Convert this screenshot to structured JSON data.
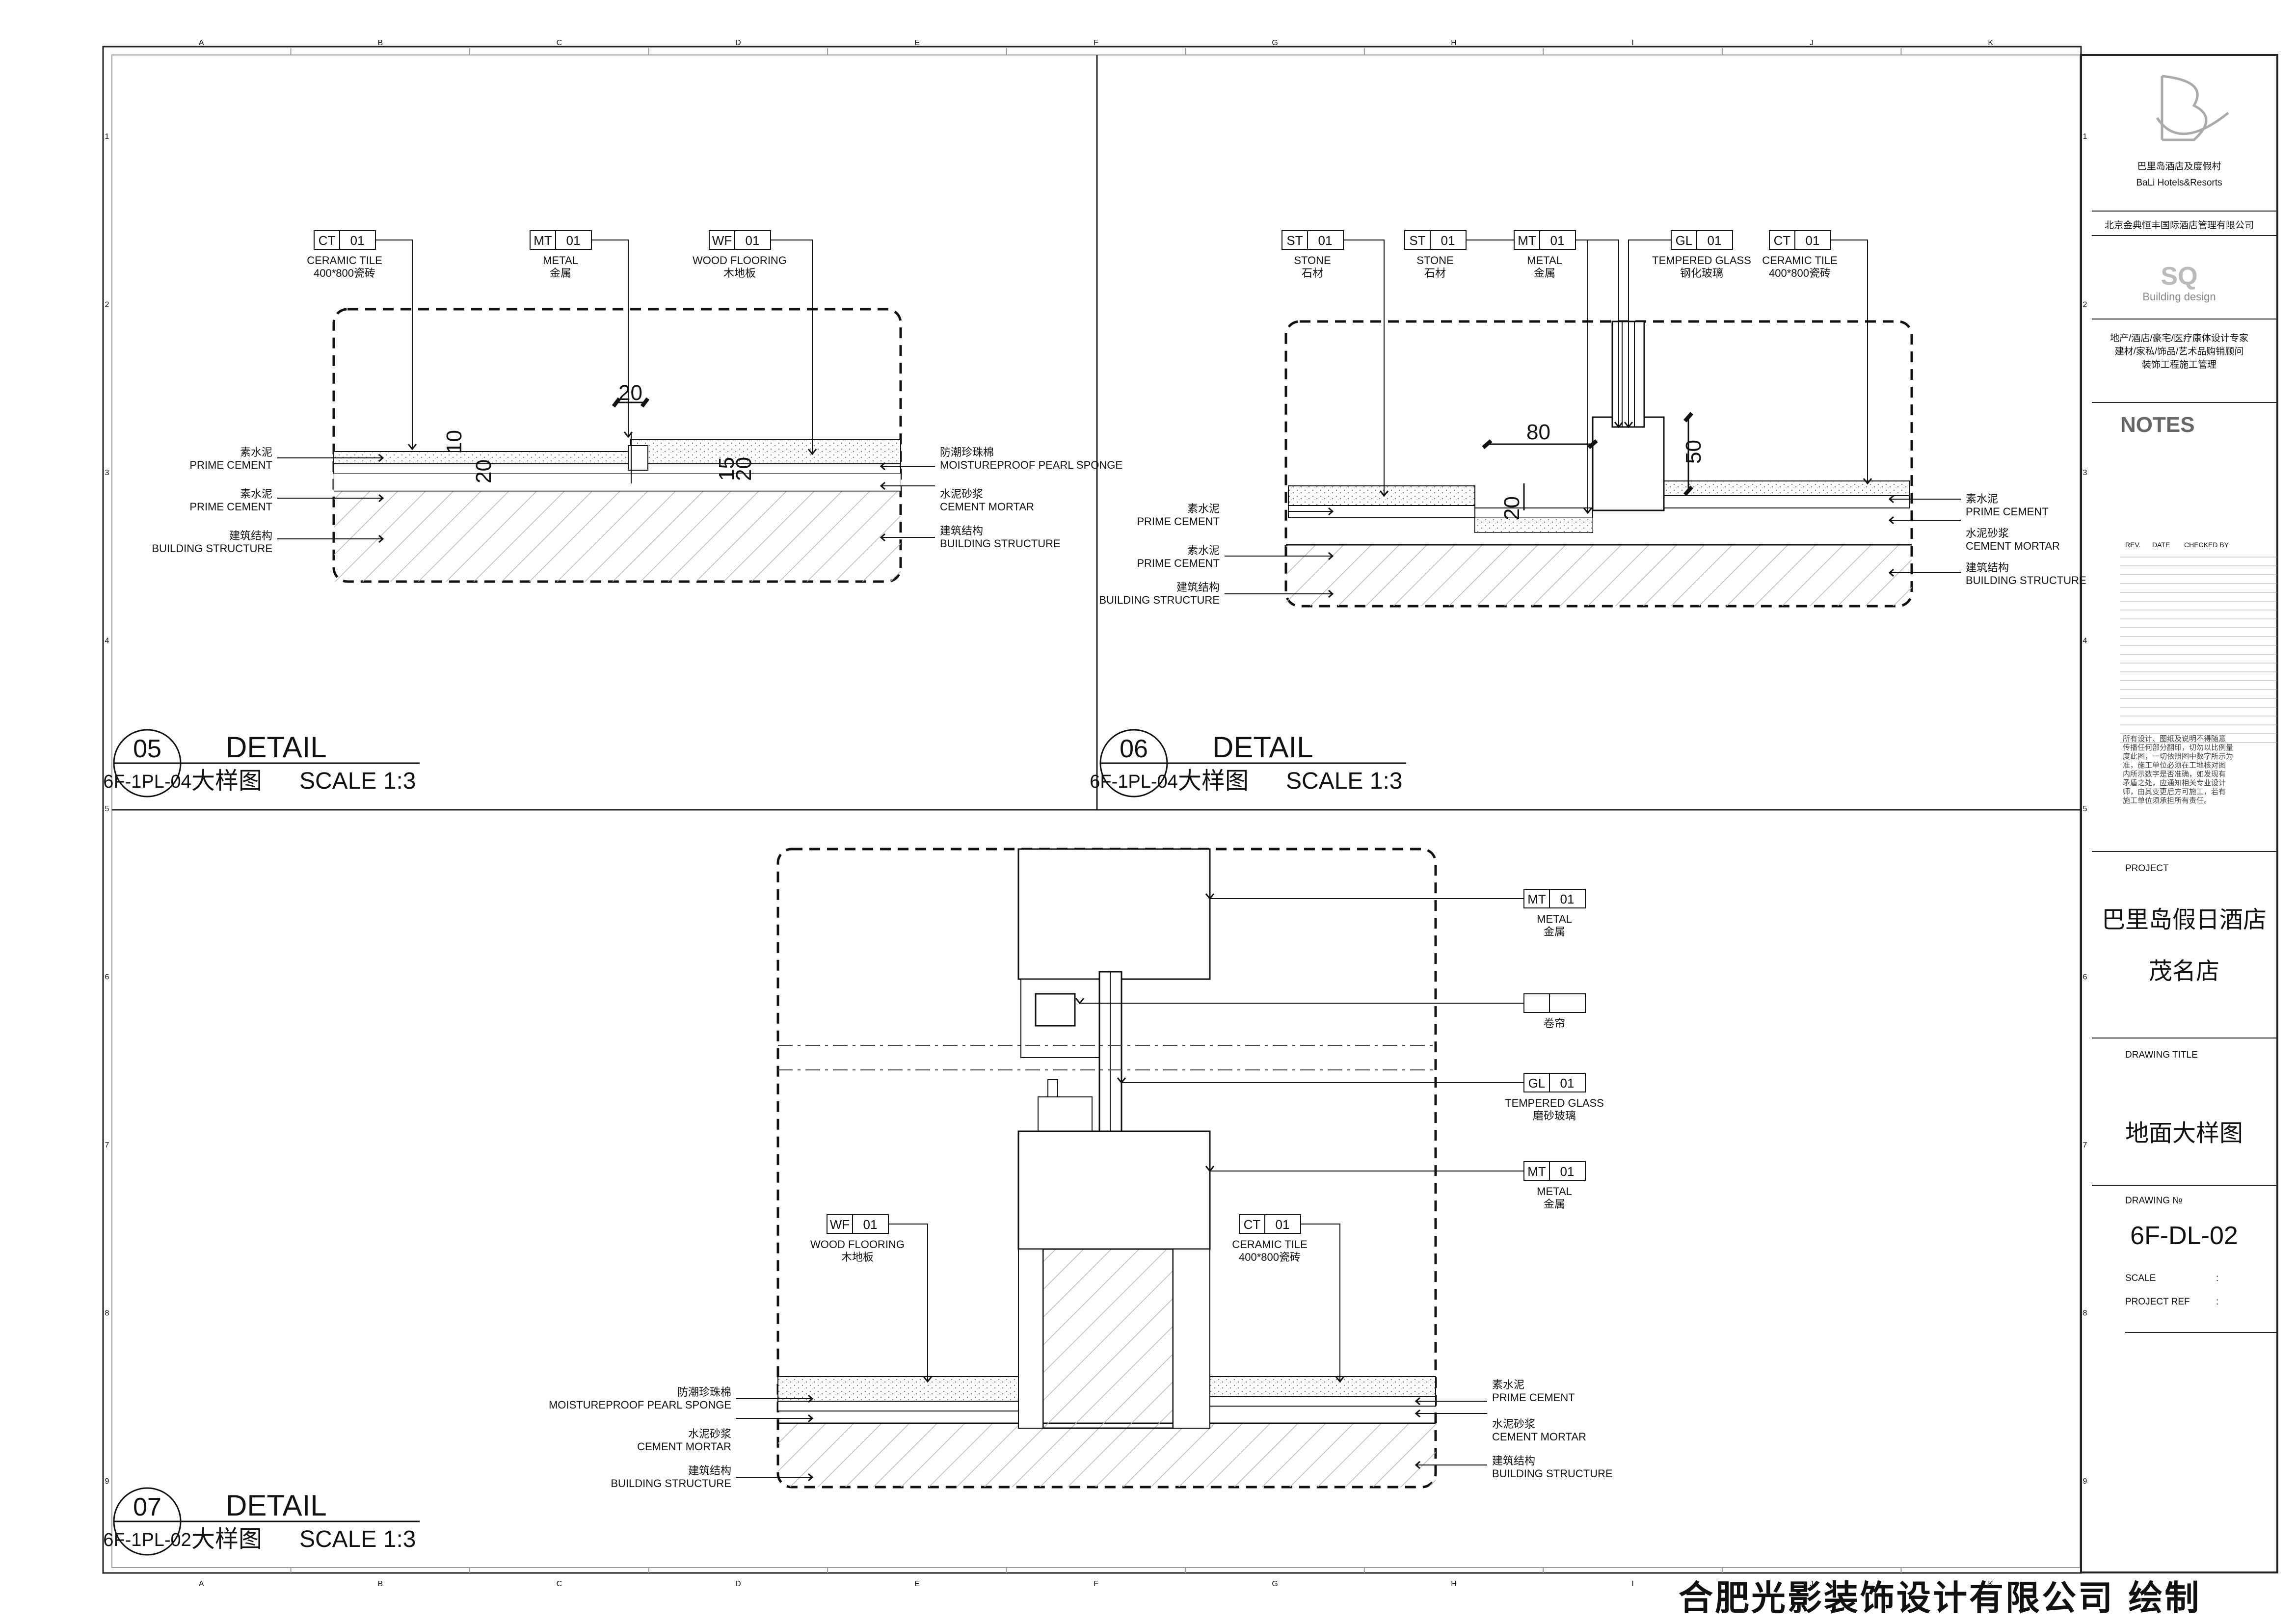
{
  "sheet": {
    "col_labels": [
      "A",
      "B",
      "C",
      "D",
      "E",
      "F",
      "G",
      "H",
      "I",
      "J",
      "K"
    ],
    "row_labels": [
      "1",
      "2",
      "3",
      "4",
      "5",
      "6",
      "7",
      "8",
      "9"
    ]
  },
  "details": [
    {
      "number": "05",
      "title": "DETAIL",
      "ref": "6F-1PL-04",
      "name_cn": "大样图",
      "scale": "SCALE 1:3"
    },
    {
      "number": "06",
      "title": "DETAIL",
      "ref": "6F-1PL-04",
      "name_cn": "大样图",
      "scale": "SCALE 1:3"
    },
    {
      "number": "07",
      "title": "DETAIL",
      "ref": "6F-1PL-02",
      "name_cn": "大样图",
      "scale": "SCALE 1:3"
    }
  ],
  "detail05": {
    "tags": [
      {
        "code": "CT",
        "num": "01",
        "en": "CERAMIC TILE",
        "cn": "400*800瓷砖"
      },
      {
        "code": "MT",
        "num": "01",
        "en": "METAL",
        "cn": "金属"
      },
      {
        "code": "WF",
        "num": "01",
        "en": "WOOD FLOORING",
        "cn": "木地板"
      }
    ],
    "left_notes": [
      {
        "cn": "素水泥",
        "en": "PRIME CEMENT"
      },
      {
        "cn": "素水泥",
        "en": "PRIME CEMENT"
      },
      {
        "cn": "建筑结构",
        "en": "BUILDING STRUCTURE"
      }
    ],
    "right_notes": [
      {
        "cn": "防潮珍珠棉",
        "en": "MOISTUREPROOF PEARL SPONGE"
      },
      {
        "cn": "水泥砂浆",
        "en": "CEMENT MORTAR"
      },
      {
        "cn": "建筑结构",
        "en": "BUILDING STRUCTURE"
      }
    ],
    "dims": [
      "20",
      "10",
      "20",
      "15",
      "20"
    ]
  },
  "detail06": {
    "tags": [
      {
        "code": "ST",
        "num": "01",
        "en": "STONE",
        "cn": "石材"
      },
      {
        "code": "ST",
        "num": "01",
        "en": "STONE",
        "cn": "石材"
      },
      {
        "code": "MT",
        "num": "01",
        "en": "METAL",
        "cn": "金属"
      },
      {
        "code": "GL",
        "num": "01",
        "en": "TEMPERED GLASS",
        "cn": "钢化玻璃"
      },
      {
        "code": "CT",
        "num": "01",
        "en": "CERAMIC TILE",
        "cn": "400*800瓷砖"
      }
    ],
    "left_notes": [
      {
        "cn": "素水泥",
        "en": "PRIME CEMENT"
      },
      {
        "cn": "素水泥",
        "en": "PRIME CEMENT"
      },
      {
        "cn": "建筑结构",
        "en": "BUILDING STRUCTURE"
      }
    ],
    "right_notes": [
      {
        "cn": "素水泥",
        "en": "PRIME CEMENT"
      },
      {
        "cn": "水泥砂浆",
        "en": "CEMENT MORTAR"
      },
      {
        "cn": "建筑结构",
        "en": "BUILDING STRUCTURE"
      }
    ],
    "dims": [
      "80",
      "20",
      "50"
    ]
  },
  "detail07": {
    "right_tags": [
      {
        "code": "MT",
        "num": "01",
        "en": "METAL",
        "cn": "金属"
      },
      {
        "code": "",
        "num": "",
        "en": "",
        "cn": "卷帘"
      },
      {
        "code": "GL",
        "num": "01",
        "en": "TEMPERED GLASS",
        "cn": "磨砂玻璃"
      },
      {
        "code": "MT",
        "num": "01",
        "en": "METAL",
        "cn": "金属"
      }
    ],
    "floor_tags": [
      {
        "code": "WF",
        "num": "01",
        "en": "WOOD FLOORING",
        "cn": "木地板"
      },
      {
        "code": "CT",
        "num": "01",
        "en": "CERAMIC TILE",
        "cn": "400*800瓷砖"
      }
    ],
    "left_notes": [
      {
        "cn": "防潮珍珠棉",
        "en": "MOISTUREPROOF PEARL SPONGE"
      },
      {
        "cn": "水泥砂浆",
        "en": "CEMENT MORTAR"
      },
      {
        "cn": "建筑结构",
        "en": "BUILDING STRUCTURE"
      }
    ],
    "right_notes": [
      {
        "cn": "素水泥",
        "en": "PRIME CEMENT"
      },
      {
        "cn": "水泥砂浆",
        "en": "CEMENT MORTAR"
      },
      {
        "cn": "建筑结构",
        "en": "BUILDING STRUCTURE"
      }
    ]
  },
  "title_block": {
    "brand_cn": "巴里岛酒店及度假村",
    "brand_en": "BaLi Hotels&Resorts",
    "company": "北京金典恒丰国际酒店管理有限公司",
    "sq_logo": "SQ",
    "sq_sub": "Building design",
    "services": [
      "地产/酒店/豪宅/医疗康体设计专家",
      "建材/家私/饰品/艺术品购销顾问",
      "装饰工程施工管理"
    ],
    "notes_label": "NOTES",
    "rev_header": [
      "REV.",
      "DATE",
      "CHECKED BY"
    ],
    "disclaimer": [
      "所有设计、图纸及说明不得随意",
      "传播任何部分翻印，切勿以比例量",
      "度此图，一切依照图中数字所示为",
      "准，施工单位必须在工地核对图",
      "内所示数字是否准确，如发现有",
      "矛盾之处，应通知相关专业设计",
      "师，由其变更后方可施工，若有",
      "施工单位须承担所有责任。"
    ],
    "project_label": "PROJECT",
    "project_name": [
      "巴里岛假日酒店",
      "茂名店"
    ],
    "drawing_title_label": "DRAWING  TITLE",
    "drawing_title": "地面大样图",
    "drawing_no_label": "DRAWING  №",
    "drawing_no": "6F-DL-02",
    "scale_label": "SCALE",
    "project_ref_label": "PROJECT  REF",
    "colon": ":"
  },
  "footer_credit": "合肥光影装饰设计有限公司 绘制"
}
